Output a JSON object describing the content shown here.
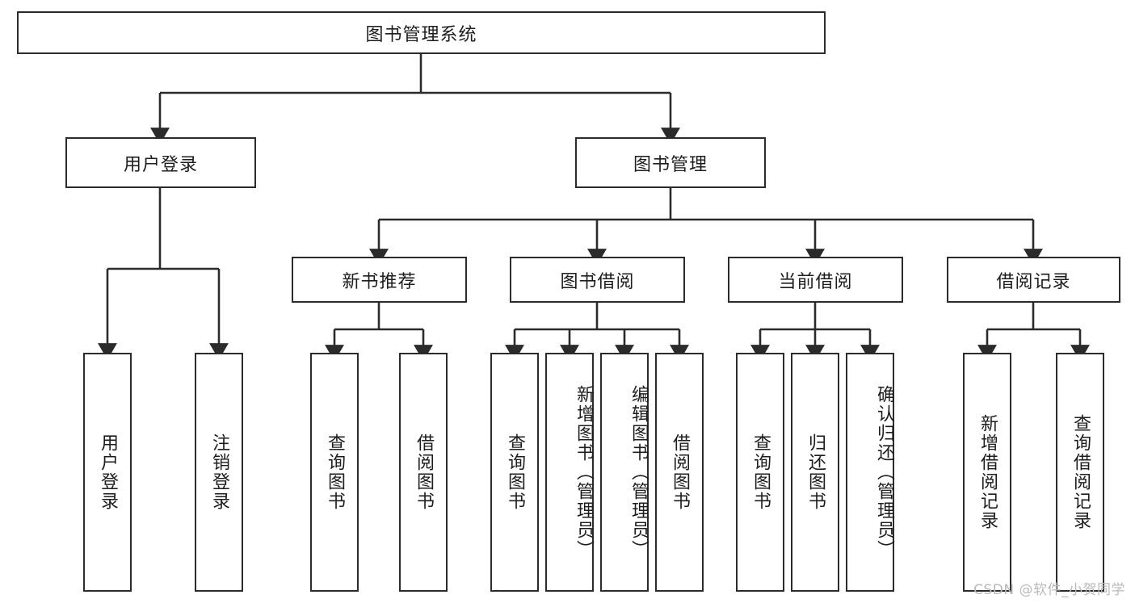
{
  "diagram": {
    "title": "图书管理系统",
    "root": {
      "id": "root",
      "label": "图书管理系统"
    },
    "level1": [
      {
        "id": "user-login",
        "label": "用户登录"
      },
      {
        "id": "book-manage",
        "label": "图书管理"
      }
    ],
    "level2": [
      {
        "id": "new-book-recommend",
        "label": "新书推荐",
        "parent": "book-manage"
      },
      {
        "id": "book-borrow",
        "label": "图书借阅",
        "parent": "book-manage"
      },
      {
        "id": "current-borrow",
        "label": "当前借阅",
        "parent": "book-manage"
      },
      {
        "id": "borrow-record",
        "label": "借阅记录",
        "parent": "book-manage"
      }
    ],
    "leaves": [
      {
        "id": "leaf-user-login",
        "label": "用户登录",
        "parent": "user-login"
      },
      {
        "id": "leaf-user-logout",
        "label": "注销登录",
        "parent": "user-login"
      },
      {
        "id": "leaf-query-book-1",
        "label": "查询图书",
        "parent": "new-book-recommend"
      },
      {
        "id": "leaf-borrow-book-1",
        "label": "借阅图书",
        "parent": "new-book-recommend"
      },
      {
        "id": "leaf-query-book-2",
        "label": "查询图书",
        "parent": "book-borrow"
      },
      {
        "id": "leaf-add-book",
        "label": "新增图书（管理员）",
        "parent": "book-borrow"
      },
      {
        "id": "leaf-edit-book",
        "label": "编辑图书（管理员）",
        "parent": "book-borrow"
      },
      {
        "id": "leaf-borrow-book-2",
        "label": "借阅图书",
        "parent": "book-borrow"
      },
      {
        "id": "leaf-query-book-3",
        "label": "查询图书",
        "parent": "current-borrow"
      },
      {
        "id": "leaf-return-book",
        "label": "归还图书",
        "parent": "current-borrow"
      },
      {
        "id": "leaf-confirm-return",
        "label": "确认归还（管理员）",
        "parent": "current-borrow"
      },
      {
        "id": "leaf-add-record",
        "label": "新增借阅记录",
        "parent": "borrow-record"
      },
      {
        "id": "leaf-query-record",
        "label": "查询借阅记录",
        "parent": "borrow-record"
      }
    ],
    "watermark": "CSDN @软件_小贺同学",
    "colors": {
      "stroke": "#2b2b2b",
      "fill": "#ffffff",
      "text": "#1d1d1d",
      "watermark": "#b9b9b9"
    }
  }
}
